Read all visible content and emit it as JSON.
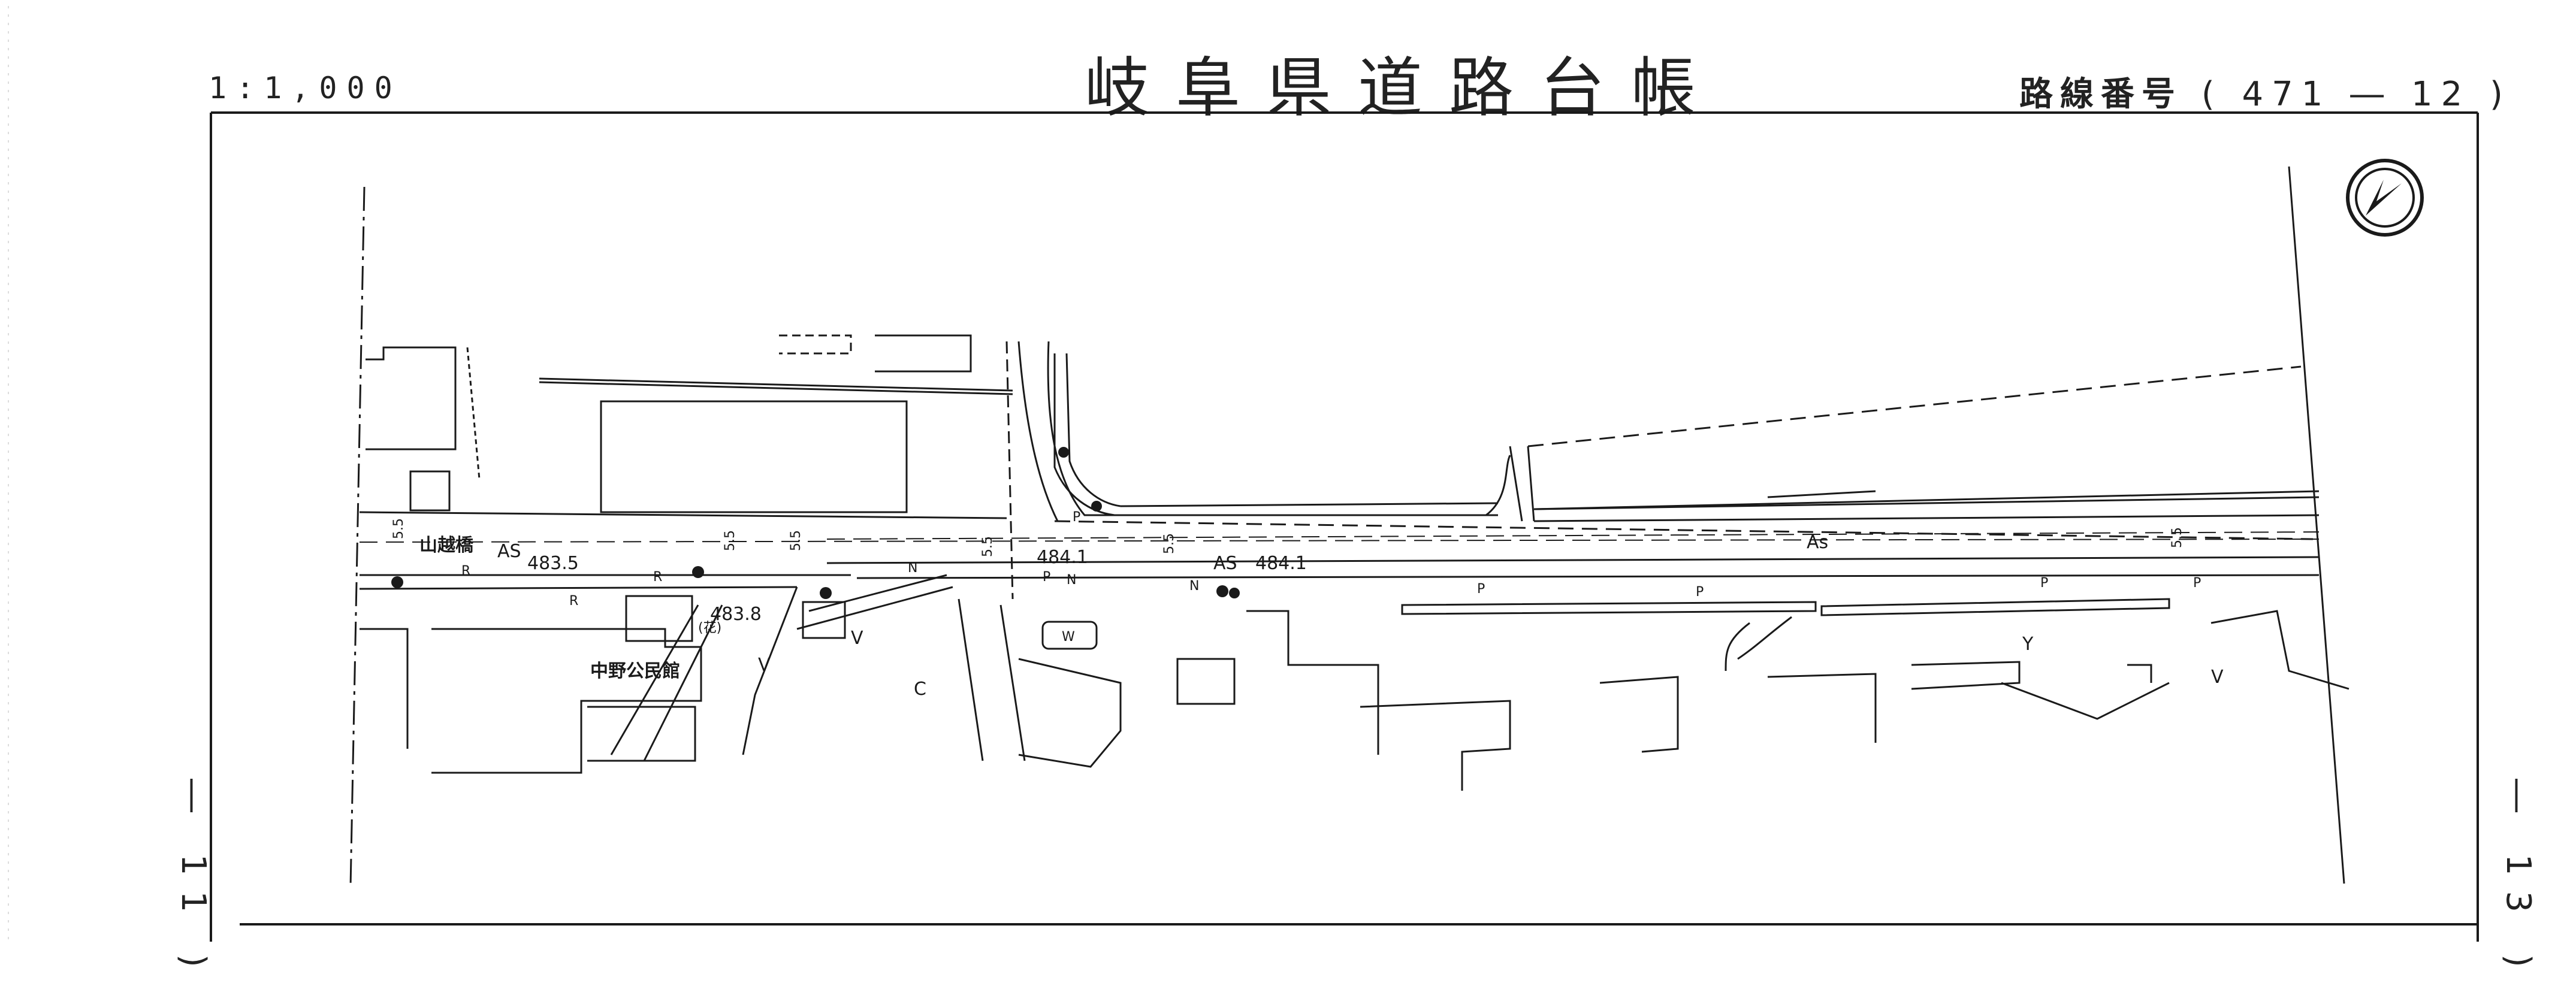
{
  "header": {
    "scale": "1:1,000",
    "title": "岐阜県道路台帳",
    "route_label": "路線番号",
    "route_number": "( 471 ― 12 )"
  },
  "adjacent_sheets": {
    "left": "― 11 )",
    "right": "― 13 )"
  },
  "map": {
    "place_labels": {
      "bridge": "山越橋",
      "hall": "中野公民館"
    },
    "elevations": [
      "483.5",
      "483.8",
      "484.1",
      "484.1"
    ],
    "surface_labels": [
      "AS",
      "AS",
      "As"
    ],
    "width_labels": [
      "5.5",
      "5.5",
      "5.5",
      "5.5",
      "5.5",
      "5.5"
    ],
    "symbol_letters": [
      "R",
      "R",
      "R",
      "P",
      "P",
      "N",
      "N",
      "N",
      "P",
      "P",
      "P",
      "P"
    ],
    "land_use_marks": [
      "V",
      "V",
      "V",
      "Y",
      "C",
      "W"
    ],
    "misc_label": "(花)",
    "north_arrow": "north-arrow-icon"
  },
  "colors": {
    "ink": "#1a1a1a",
    "paper": "#ffffff"
  }
}
